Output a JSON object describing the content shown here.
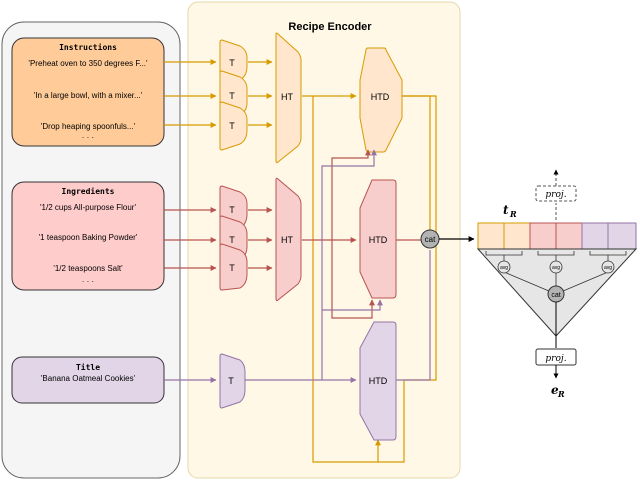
{
  "encoder": {
    "title": "Recipe Encoder"
  },
  "instructions": {
    "title": "Instructions",
    "items": [
      "'Preheat oven to 350 degrees F...'",
      "'In a large bowl, with a mixer...'",
      "'Drop heaping spoonfuls...'"
    ],
    "ellipsis": "· · ·"
  },
  "ingredients": {
    "title": "Ingredients",
    "items": [
      "'1/2 cups All-purpose Flour'",
      "'1 teaspoon Baking Powder'",
      "'1/2 teaspoons Salt'"
    ],
    "ellipsis": "· · ·"
  },
  "title_box": {
    "title": "Title",
    "items": [
      "'Banana Oatmeal Cookies'"
    ]
  },
  "labels": {
    "t": "T",
    "ht": "HT",
    "htd": "HTD",
    "cat": "cat",
    "avg": "avg",
    "proj": "proj.",
    "tR": "t",
    "tR_sub": "R",
    "eR": "e",
    "eR_sub": "R"
  },
  "colors": {
    "orange_fill": "#ffe6cc",
    "orange_stroke": "#d79b00",
    "instr_box": "#ffcc99",
    "red_fill": "#f8cecc",
    "red_stroke": "#b85450",
    "ingr_box": "#ffcccc",
    "purple_fill": "#e1d5e7",
    "purple_stroke": "#9673a6",
    "encoder_bg": "#fff8e6",
    "encoder_stroke": "#e6d8a8",
    "grey_panel": "#f5f5f5",
    "cat_fill": "#b3b3b3"
  }
}
